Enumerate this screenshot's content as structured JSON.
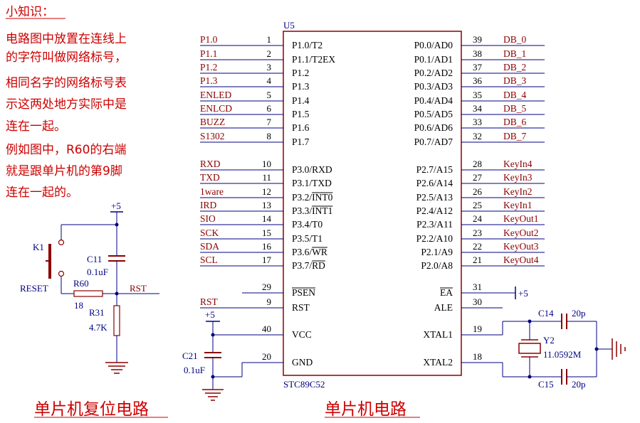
{
  "note": {
    "heading": "小知识：",
    "lines": [
      "电路图中放置在连线上",
      "的字符叫做网络标号，",
      "相同名字的网络标号表",
      "示这两处地方实际中是",
      "连在一起。",
      "例如图中，R60的右端",
      "就是跟单片机的第9脚",
      "连在一起的。"
    ]
  },
  "captions": {
    "reset": "单片机复位电路",
    "mcu": "单片机电路"
  },
  "chip": {
    "ref": "U5",
    "part": "STC89C52",
    "left_pins": [
      {
        "net": "P1.0",
        "num": "1",
        "name": "P1.0/T2"
      },
      {
        "net": "P1.1",
        "num": "2",
        "name": "P1.1/T2EX"
      },
      {
        "net": "P1.2",
        "num": "3",
        "name": "P1.2"
      },
      {
        "net": "P1.3",
        "num": "4",
        "name": "P1.3"
      },
      {
        "net": "ENLED",
        "num": "5",
        "name": "P1.4"
      },
      {
        "net": "ENLCD",
        "num": "6",
        "name": "P1.5"
      },
      {
        "net": "BUZZ",
        "num": "7",
        "name": "P1.6"
      },
      {
        "net": "S1302",
        "num": "8",
        "name": "P1.7"
      },
      {
        "net": "RXD",
        "num": "10",
        "name": "P3.0/RXD"
      },
      {
        "net": "TXD",
        "num": "11",
        "name": "P3.1/TXD"
      },
      {
        "net": "1ware",
        "num": "12",
        "name": "P3.2/INT0"
      },
      {
        "net": "IRD",
        "num": "13",
        "name": "P3.3/INT1"
      },
      {
        "net": "SIO",
        "num": "14",
        "name": "P3.4/T0"
      },
      {
        "net": "SCK",
        "num": "15",
        "name": "P3.5/T1"
      },
      {
        "net": "SDA",
        "num": "16",
        "name": "P3.6/WR"
      },
      {
        "net": "SCL",
        "num": "17",
        "name": "P3.7/RD"
      },
      {
        "net": "",
        "num": "29",
        "name": "PSEN"
      },
      {
        "net": "RST",
        "num": "9",
        "name": "RST"
      },
      {
        "net": "",
        "num": "40",
        "name": "VCC"
      },
      {
        "net": "",
        "num": "20",
        "name": "GND"
      }
    ],
    "right_pins": [
      {
        "name": "P0.0/AD0",
        "num": "39",
        "net": "DB_0"
      },
      {
        "name": "P0.1/AD1",
        "num": "38",
        "net": "DB_1"
      },
      {
        "name": "P0.2/AD2",
        "num": "37",
        "net": "DB_2"
      },
      {
        "name": "P0.3/AD3",
        "num": "36",
        "net": "DB_3"
      },
      {
        "name": "P0.4/AD4",
        "num": "35",
        "net": "DB_4"
      },
      {
        "name": "P0.5/AD5",
        "num": "34",
        "net": "DB_5"
      },
      {
        "name": "P0.6/AD6",
        "num": "33",
        "net": "DB_6"
      },
      {
        "name": "P0.7/AD7",
        "num": "32",
        "net": "DB_7"
      },
      {
        "name": "P2.7/A15",
        "num": "28",
        "net": "KeyIn4"
      },
      {
        "name": "P2.6/A14",
        "num": "27",
        "net": "KeyIn3"
      },
      {
        "name": "P2.5/A13",
        "num": "26",
        "net": "KeyIn2"
      },
      {
        "name": "P2.4/A12",
        "num": "25",
        "net": "KeyIn1"
      },
      {
        "name": "P2.3/A11",
        "num": "24",
        "net": "KeyOut1"
      },
      {
        "name": "P2.2/A10",
        "num": "23",
        "net": "KeyOut2"
      },
      {
        "name": "P2.1/A9",
        "num": "22",
        "net": "KeyOut3"
      },
      {
        "name": "P2.0/A8",
        "num": "21",
        "net": "KeyOut4"
      },
      {
        "name": "EA",
        "num": "31",
        "net": ""
      },
      {
        "name": "ALE",
        "num": "30",
        "net": ""
      },
      {
        "name": "XTAL1",
        "num": "19",
        "net": ""
      },
      {
        "name": "XTAL2",
        "num": "18",
        "net": ""
      }
    ]
  },
  "components": {
    "k1": "K1",
    "reset_label": "RESET",
    "c11": "C11",
    "c11_value": "0.1uF",
    "r60": "R60",
    "r60_value": "18",
    "r31": "R31",
    "r31_value": "4.7K",
    "rst_net": "RST",
    "vplus_reset": "+5",
    "vplus_vcc": "+5",
    "vplus_ea": "+5",
    "c21": "C21",
    "c21_value": "0.1uF",
    "c14": "C14",
    "c14_value": "20p",
    "c15": "C15",
    "c15_value": "20p",
    "y2": "Y2",
    "y2_value": "11.0592M"
  },
  "colors": {
    "wire": "#000080",
    "component": "#8b0000",
    "text": "#000000",
    "note": "#cc0000"
  }
}
